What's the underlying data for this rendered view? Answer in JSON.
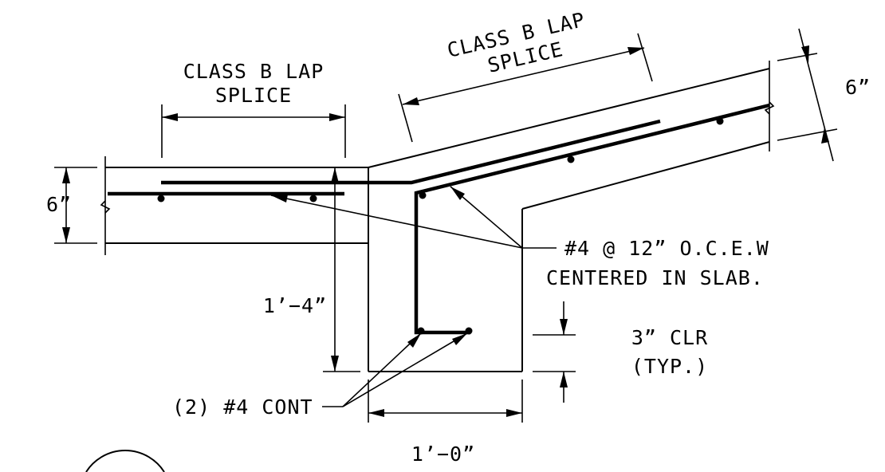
{
  "labels": {
    "lap_splice_left_line1": "CLASS B LAP",
    "lap_splice_left_line2": "SPLICE",
    "lap_splice_right_line1": "CLASS B LAP",
    "lap_splice_right_line2": "SPLICE",
    "slab_thickness_left": "6”",
    "slab_thickness_right": "6”",
    "beam_depth": "1’−4”",
    "beam_width": "1’−0”",
    "rebar_spec_line1": "#4 @ 12” O.C.E.W",
    "rebar_spec_line2": "CENTERED IN SLAB.",
    "clear_cover_line1": "3” CLR",
    "clear_cover_line2": "(TYP.)",
    "cont_bars": "(2) #4 CONT"
  }
}
